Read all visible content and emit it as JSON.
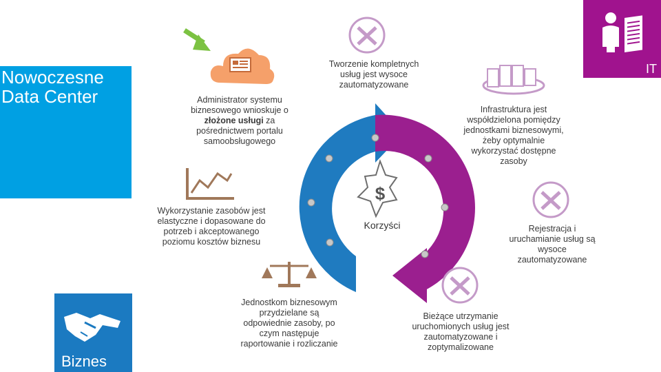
{
  "title_tile": {
    "line1": "Nowoczesne",
    "line2": "Data Center",
    "color": "#00a0e3"
  },
  "it_tile": {
    "label": "IT",
    "color": "#a0138e"
  },
  "biz_tile": {
    "label": "Biznes",
    "color": "#1b7ac1"
  },
  "center": {
    "label": "Korzyści"
  },
  "steps": {
    "request": {
      "pre": "Administrator systemu biznesowego wnioskuje o ",
      "bold": "złożone usługi",
      "post": " za pośrednictwem portalu samoobsługowego"
    },
    "create": {
      "text": "Tworzenie kompletnych usług jest wysoce zautomatyzowane"
    },
    "infra": {
      "text": "Infrastruktura jest współdzielona pomiędzy jednostkami biznesowymi, żeby optymalnie wykorzystać dostępne zasoby"
    },
    "register": {
      "text": "Rejestracja i uruchamianie usług są wysoce zautomatyzowane"
    },
    "maintain": {
      "text": "Bieżące utrzymanie uruchomionych usług jest zautomatyzowane i zoptymalizowane"
    },
    "allocate": {
      "text": "Jednostkom biznesowym przydzielane są odpowiednie zasoby, po czym następuje raportowanie i rozliczanie"
    },
    "elastic": {
      "text": "Wykorzystanie zasobów jest elastyczne i dopasowane do potrzeb i akceptowanego poziomu kosztów biznesu"
    }
  },
  "colors": {
    "purple": "#9b1f8f",
    "blue": "#1f7bc0",
    "orange": "#f5a06a",
    "brown": "#a0785a",
    "lilac": "#c49ac8",
    "green": "#7cc242"
  }
}
